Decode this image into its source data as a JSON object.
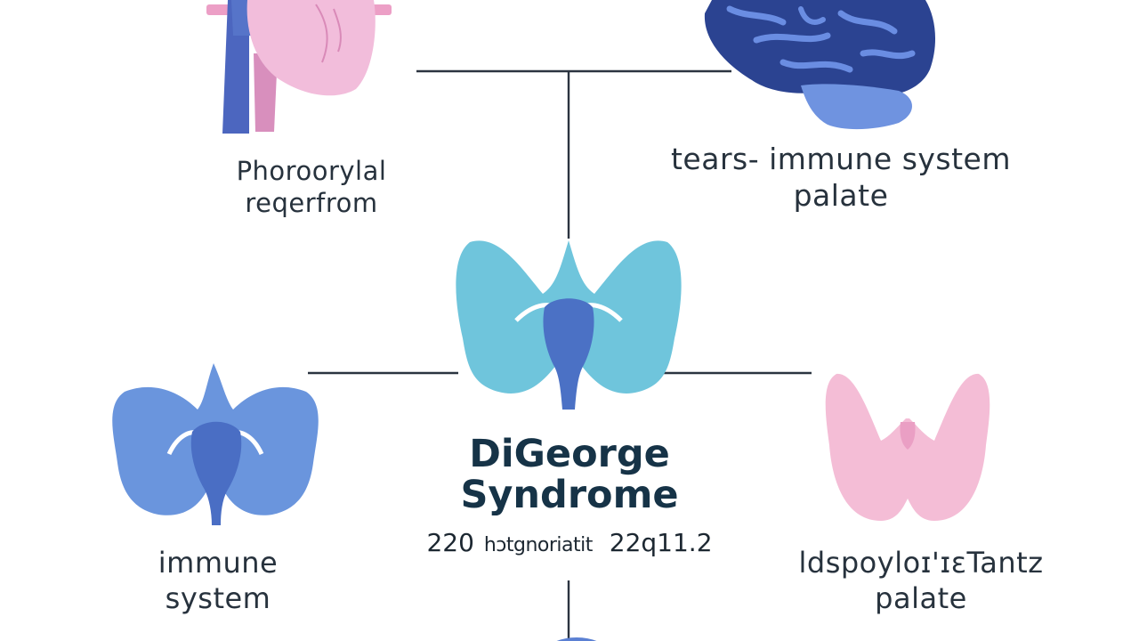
{
  "diagram": {
    "title_line1": "DiGeorge",
    "title_line2": "Syndrome",
    "subtitle_left": "220",
    "subtitle_middle": "hɔtgnoriatit",
    "subtitle_right": "22q11.2"
  },
  "nodes": {
    "heart": {
      "line1": "Phoroorylal",
      "line2": "reqerfrom"
    },
    "brain": {
      "line1": "tears- immune system",
      "line2": "palate"
    },
    "immune": {
      "line1": "immune",
      "line2": "system"
    },
    "palate": {
      "line1": "ldspoyloɪ'ɪɛTantz",
      "line2": "palate"
    }
  },
  "colors": {
    "line": "#2b3440",
    "heart_pink": "#efb9d6",
    "heart_blue": "#4e70c4",
    "brain_dark": "#2c4592",
    "brain_light": "#5b82d6",
    "thymus_center": "#6ec6dc",
    "thymus_core": "#4c72c6",
    "thymus_left": "#6a93dc",
    "thymus_right_pink": "#f4bcd6",
    "title": "#163347"
  },
  "icons": [
    "heart-icon",
    "brain-icon",
    "thymus-center-icon",
    "thymus-left-icon",
    "thymus-pink-icon"
  ]
}
